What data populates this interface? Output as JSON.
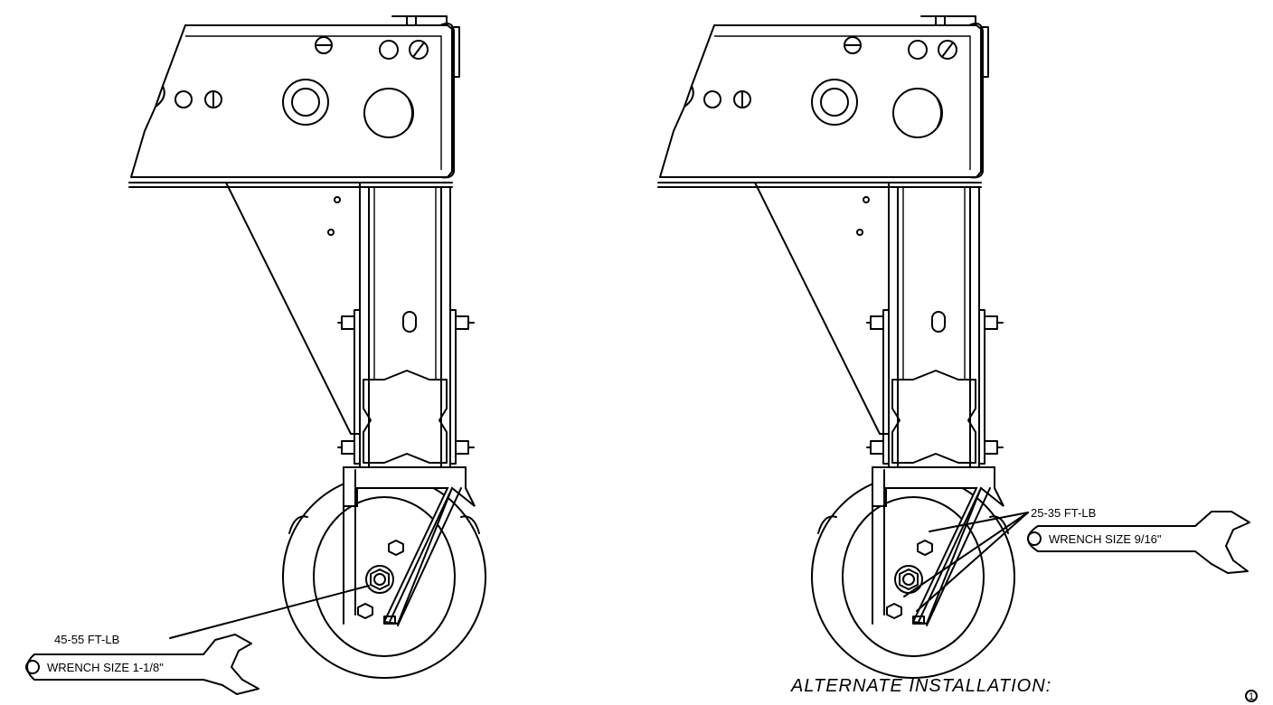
{
  "left_view": {
    "torque_label": "45-55 FT-LB",
    "wrench_label": "WRENCH SIZE 1-1/8\""
  },
  "right_view": {
    "torque_label": "25-35 FT-LB",
    "wrench_label": "WRENCH SIZE 9/16\"",
    "caption": "ALTERNATE INSTALLATION:"
  },
  "corner_mark": "1"
}
